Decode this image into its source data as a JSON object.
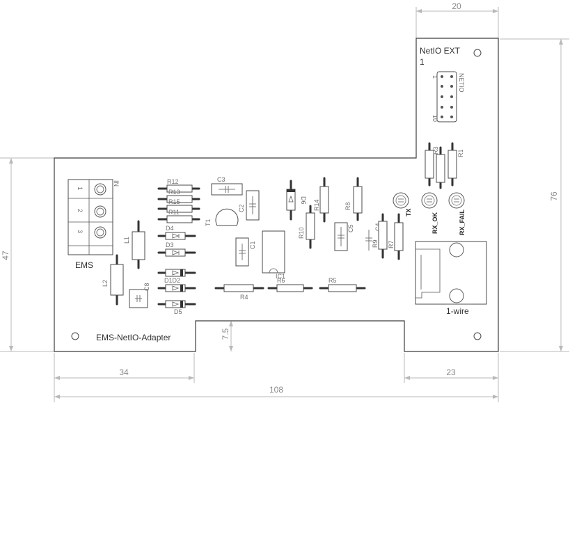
{
  "board": {
    "title": "EMS-NetIO-Adapter",
    "connector_ems": "EMS",
    "connector_netio": "NetIO EXT",
    "netio_pin1_marker": "1",
    "header_label": "NETIO",
    "header_pin_first": "1",
    "header_pin_last": "10",
    "onewire": "1-wire",
    "terminal_pins": [
      "1",
      "2",
      "3"
    ],
    "terminal_in": "IN"
  },
  "dimensions": {
    "top_width": "20",
    "right_height": "76",
    "left_height": "47",
    "notch_height": "7.5",
    "bottom_left": "34",
    "bottom_right": "23",
    "total_width": "108"
  },
  "components": {
    "r12": "R12",
    "r13": "R13",
    "r15": "R15",
    "r11": "R11",
    "d4": "D4",
    "d3": "D3",
    "d1d2": "D1D2",
    "d5": "D5",
    "l1": "L1",
    "l2": "L2",
    "c8": "C8",
    "c3": "C3",
    "c2": "C2",
    "t1": "T1",
    "c1": "C1",
    "ic1": "IC1",
    "d6": "D6",
    "r14": "R14",
    "r10": "R10",
    "r8": "R8",
    "c5": "C5",
    "r9": "R9",
    "c4": "C4",
    "r7": "R7",
    "r4": "R4",
    "r6": "R6",
    "r5": "R5",
    "r3": "R3",
    "r2": "R2",
    "r1": "R1",
    "tx": "TX",
    "rx_ok": "RX_OK",
    "rx_fail": "RX_FAIL"
  }
}
